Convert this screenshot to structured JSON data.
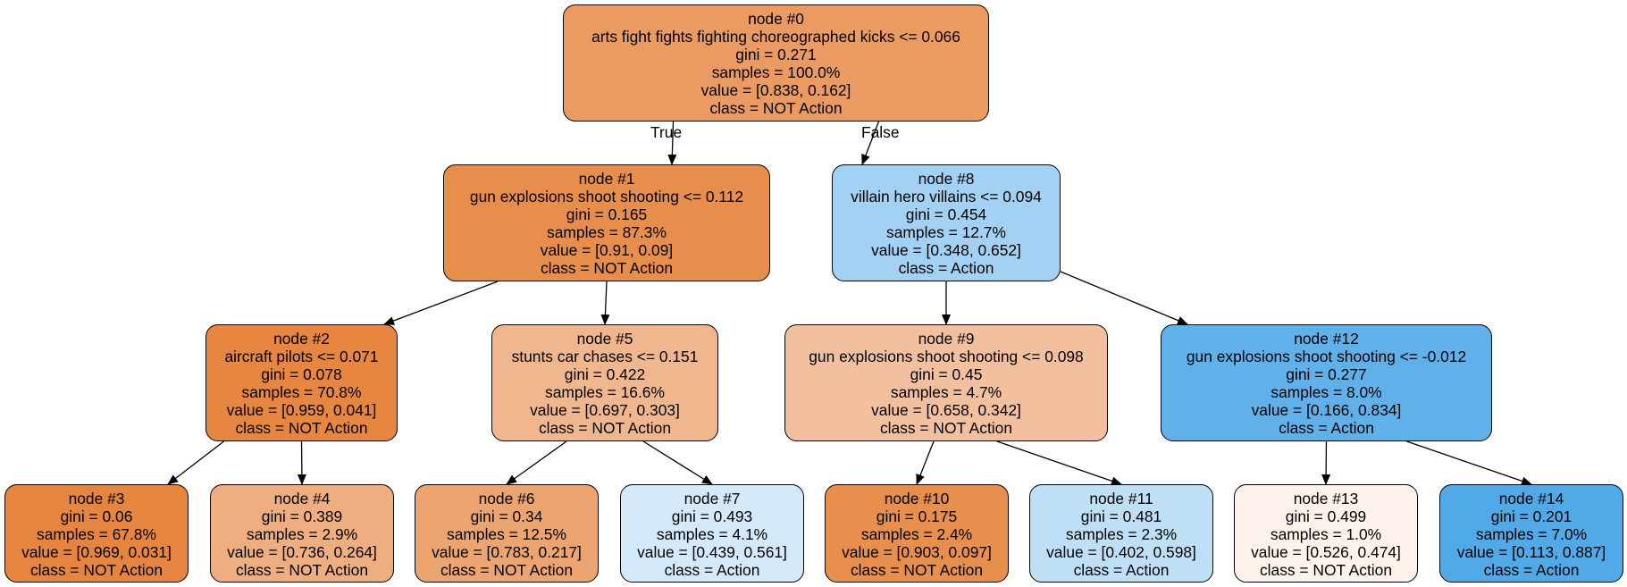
{
  "edge_labels": {
    "true_label": "True",
    "false_label": "False"
  },
  "nodes": [
    {
      "id": "node #0",
      "condition": "arts fight fights fighting choreographed kicks  <= 0.066",
      "gini": "gini = 0.271",
      "samples": "samples = 100.0%",
      "value": "value = [0.838, 0.162]",
      "class": "class = NOT Action",
      "fill": "#eb9a61"
    },
    {
      "id": "node #1",
      "condition": "gun explosions shoot shooting  <= 0.112",
      "gini": "gini = 0.165",
      "samples": "samples = 87.3%",
      "value": "value = [0.91, 0.09]",
      "class": "class = NOT Action",
      "fill": "#e88e4d"
    },
    {
      "id": "node #2",
      "condition": "aircraft pilots  <= 0.071",
      "gini": "gini = 0.078",
      "samples": "samples = 70.8%",
      "value": "value = [0.959, 0.041]",
      "class": "class = NOT Action",
      "fill": "#e68641"
    },
    {
      "id": "node #3",
      "gini": "gini = 0.06",
      "samples": "samples = 67.8%",
      "value": "value = [0.969, 0.031]",
      "class": "class = NOT Action",
      "fill": "#e6853f"
    },
    {
      "id": "node #4",
      "gini": "gini = 0.389",
      "samples": "samples = 2.9%",
      "value": "value = [0.736, 0.264]",
      "class": "class = NOT Action",
      "fill": "#eeae80"
    },
    {
      "id": "node #5",
      "condition": "stunts car chases  <= 0.151",
      "gini": "gini = 0.422",
      "samples": "samples = 16.6%",
      "value": "value = [0.697, 0.303]",
      "class": "class = NOT Action",
      "fill": "#f0b78f"
    },
    {
      "id": "node #6",
      "gini": "gini = 0.34",
      "samples": "samples = 12.5%",
      "value": "value = [0.783, 0.217]",
      "class": "class = NOT Action",
      "fill": "#eca470"
    },
    {
      "id": "node #7",
      "gini": "gini = 0.493",
      "samples": "samples = 4.1%",
      "value": "value = [0.439, 0.561]",
      "class": "class = Action",
      "fill": "#d4e9f9"
    },
    {
      "id": "node #8",
      "condition": "villain hero villains  <= 0.094",
      "gini": "gini = 0.454",
      "samples": "samples = 12.7%",
      "value": "value = [0.348, 0.652]",
      "class": "class = Action",
      "fill": "#a3d1f3"
    },
    {
      "id": "node #9",
      "condition": "gun explosions shoot shooting  <= 0.098",
      "gini": "gini = 0.45",
      "samples": "samples = 4.7%",
      "value": "value = [0.658, 0.342]",
      "class": "class = NOT Action",
      "fill": "#f2c09f"
    },
    {
      "id": "node #10",
      "gini": "gini = 0.175",
      "samples": "samples = 2.4%",
      "value": "value = [0.903, 0.097]",
      "class": "class = NOT Action",
      "fill": "#e88f4e"
    },
    {
      "id": "node #11",
      "gini": "gini = 0.481",
      "samples": "samples = 2.3%",
      "value": "value = [0.402, 0.598]",
      "class": "class = Action",
      "fill": "#bedff6"
    },
    {
      "id": "node #12",
      "condition": "gun explosions shoot shooting  <= -0.012",
      "gini": "gini = 0.277",
      "samples": "samples = 8.0%",
      "value": "value = [0.166, 0.834]",
      "class": "class = Action",
      "fill": "#60b0ea"
    },
    {
      "id": "node #13",
      "gini": "gini = 0.499",
      "samples": "samples = 1.0%",
      "value": "value = [0.526, 0.474]",
      "class": "class = NOT Action",
      "fill": "#fcf2eb"
    },
    {
      "id": "node #14",
      "gini": "gini = 0.201",
      "samples": "samples = 7.0%",
      "value": "value = [0.113, 0.887]",
      "class": "class = Action",
      "fill": "#52a9e8"
    }
  ],
  "edges": [
    {
      "from": "node #0",
      "to": "node #1"
    },
    {
      "from": "node #0",
      "to": "node #8"
    },
    {
      "from": "node #1",
      "to": "node #2"
    },
    {
      "from": "node #1",
      "to": "node #5"
    },
    {
      "from": "node #2",
      "to": "node #3"
    },
    {
      "from": "node #2",
      "to": "node #4"
    },
    {
      "from": "node #5",
      "to": "node #6"
    },
    {
      "from": "node #5",
      "to": "node #7"
    },
    {
      "from": "node #8",
      "to": "node #9"
    },
    {
      "from": "node #8",
      "to": "node #12"
    },
    {
      "from": "node #9",
      "to": "node #10"
    },
    {
      "from": "node #9",
      "to": "node #11"
    },
    {
      "from": "node #12",
      "to": "node #13"
    },
    {
      "from": "node #12",
      "to": "node #14"
    }
  ]
}
